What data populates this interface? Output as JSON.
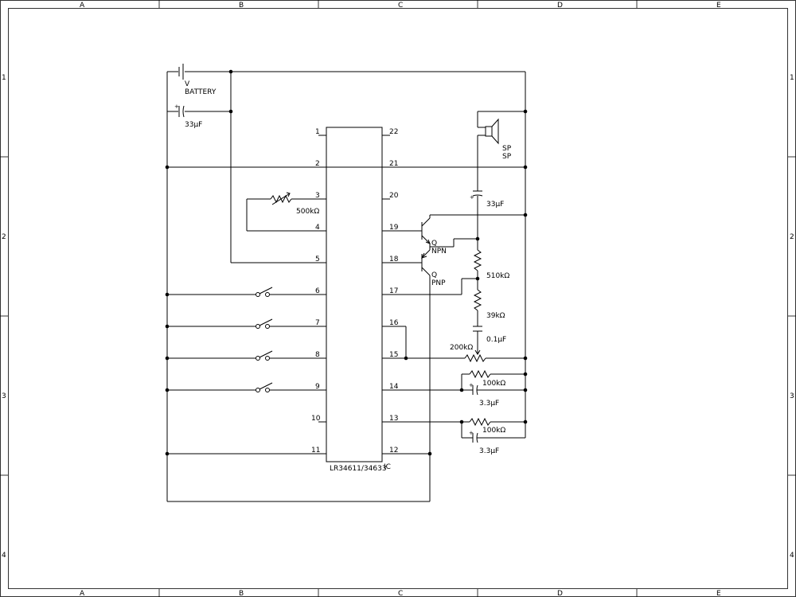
{
  "frame": {
    "columns": [
      "A",
      "B",
      "C",
      "D",
      "E"
    ],
    "rows": [
      "1",
      "2",
      "3",
      "4"
    ]
  },
  "ic": {
    "part": "LR34611/34633",
    "designator": "IC",
    "left_pins": [
      "1",
      "2",
      "3",
      "4",
      "5",
      "6",
      "7",
      "8",
      "9",
      "10",
      "11"
    ],
    "right_pins": [
      "22",
      "21",
      "20",
      "19",
      "18",
      "17",
      "16",
      "15",
      "14",
      "13",
      "12"
    ]
  },
  "components": {
    "battery_v": "V",
    "battery_name": "BATTERY",
    "c_input": "33μF",
    "pot_500k": "500kΩ",
    "speaker_1": "SP",
    "speaker_2": "SP",
    "c_speaker": "33μF",
    "npn_designator": "Q",
    "npn_type": "NPN",
    "pnp_designator": "Q",
    "pnp_type": "PNP",
    "r_510k": "510kΩ",
    "r_39k": "39kΩ",
    "c_01u": "0.1μF",
    "pot_200k": "200kΩ",
    "r_100k_a": "100kΩ",
    "c_33u_a": "3.3μF",
    "r_100k_b": "100kΩ",
    "c_33u_b": "3.3μF",
    "polarity_mark": "+"
  }
}
